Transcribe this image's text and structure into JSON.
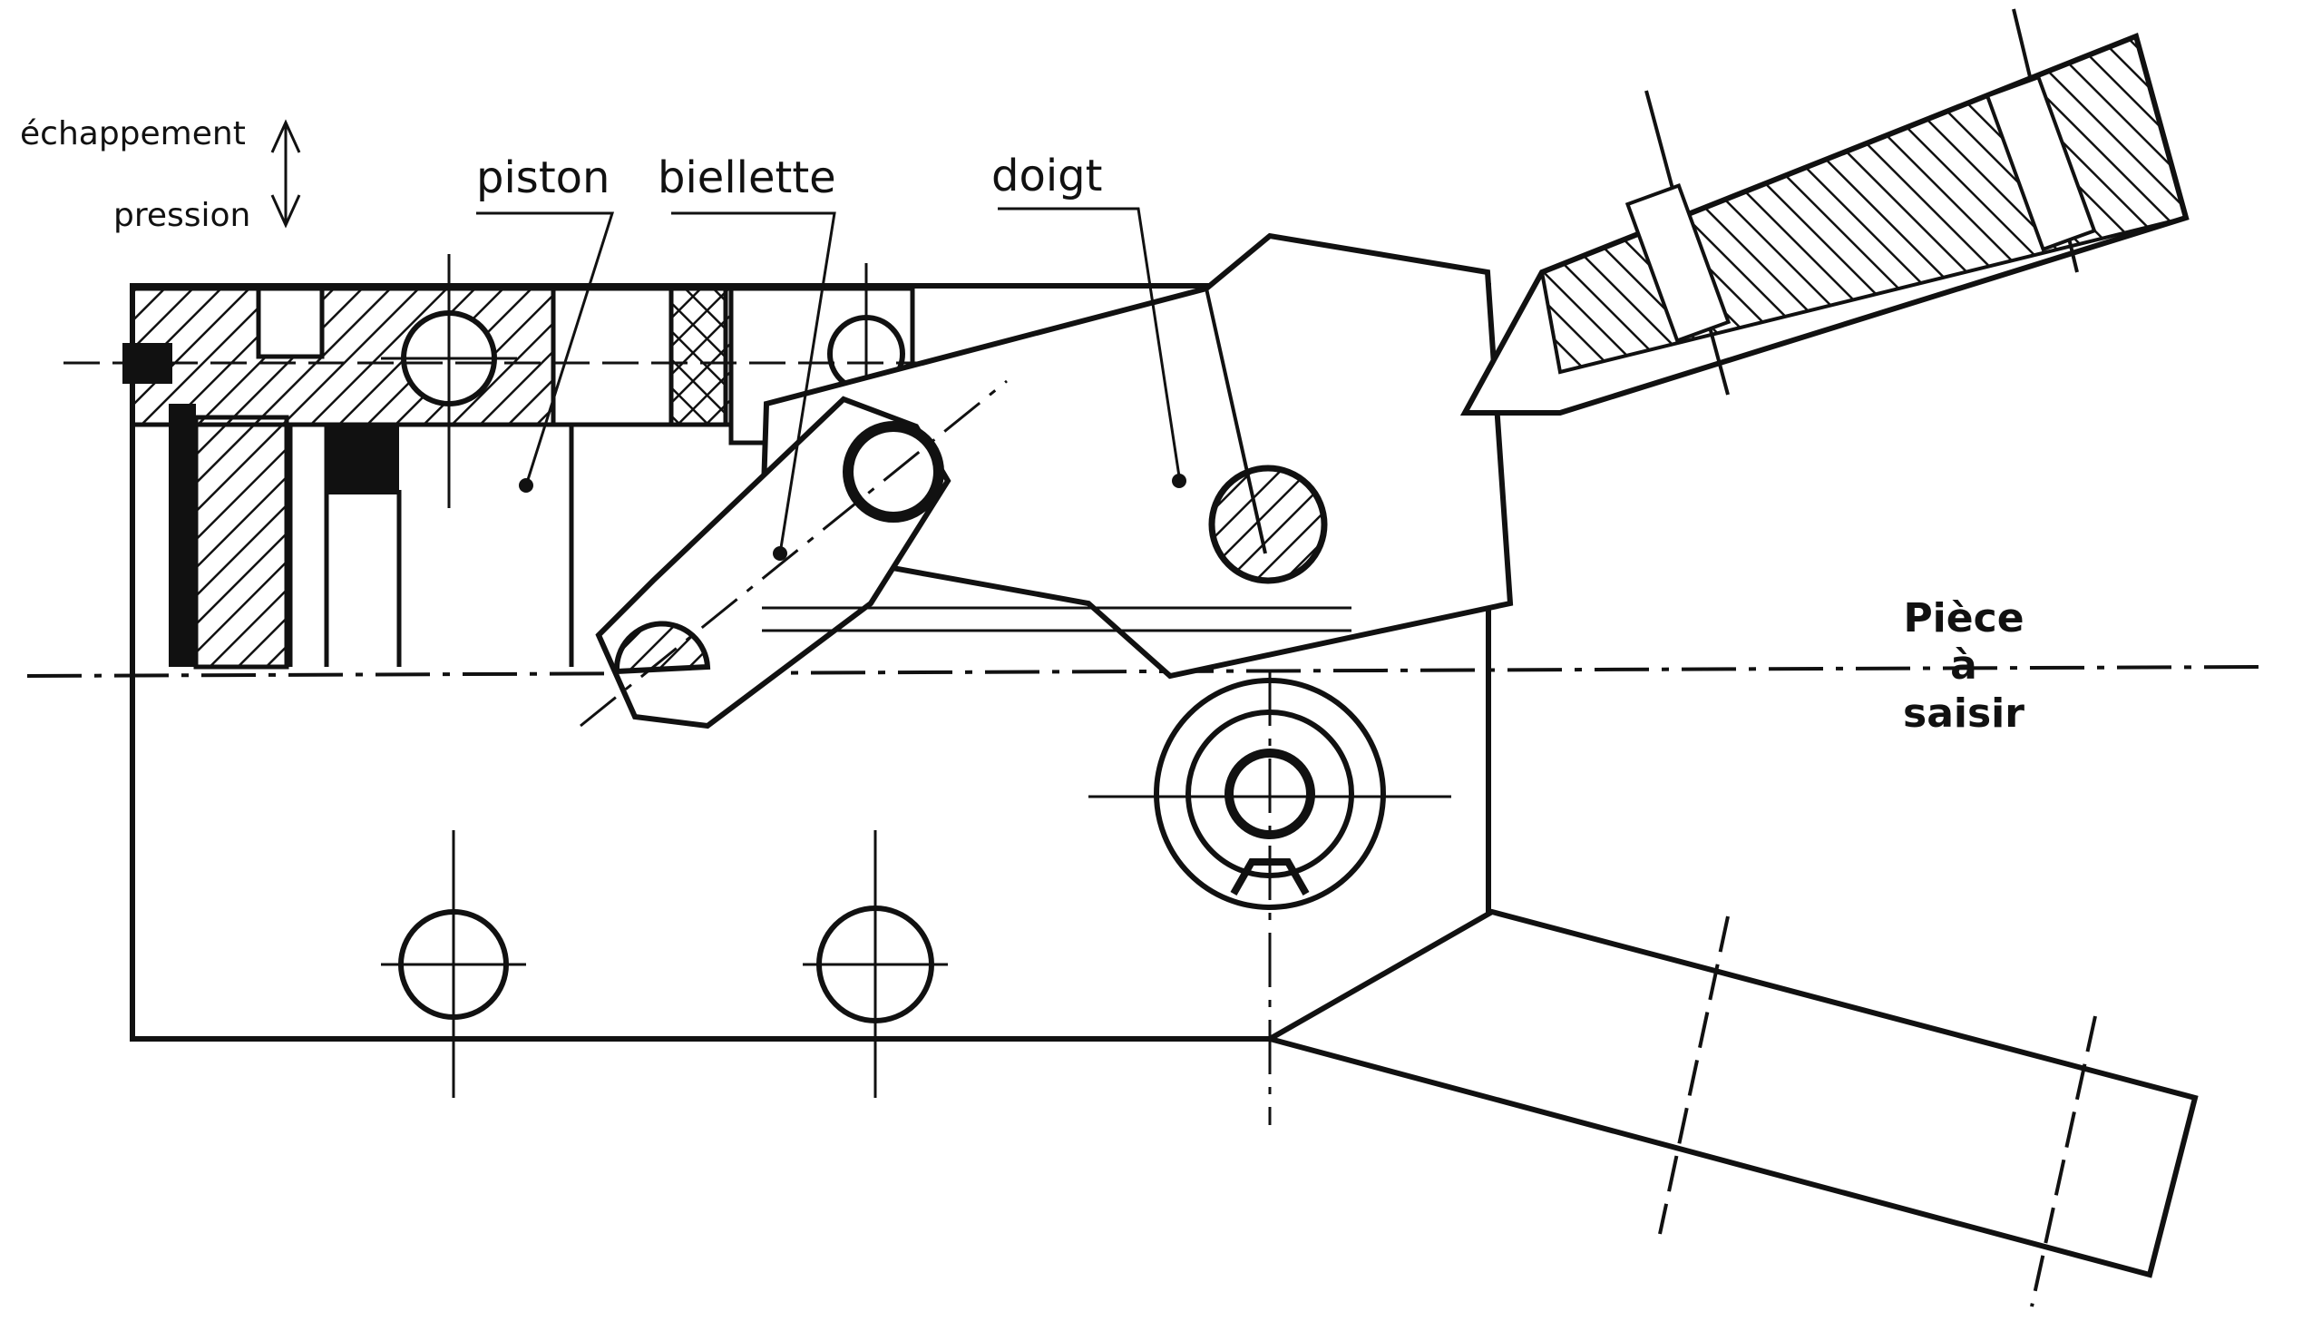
{
  "labels": {
    "echappement": "échappement",
    "pression": "pression",
    "piston": "piston",
    "biellette": "biellette",
    "doigt": "doigt",
    "piece_line1": "Pièce",
    "piece_line2": "à",
    "piece_line3": "saisir"
  },
  "colors": {
    "ink": "#111111",
    "paper": "#ffffff"
  }
}
